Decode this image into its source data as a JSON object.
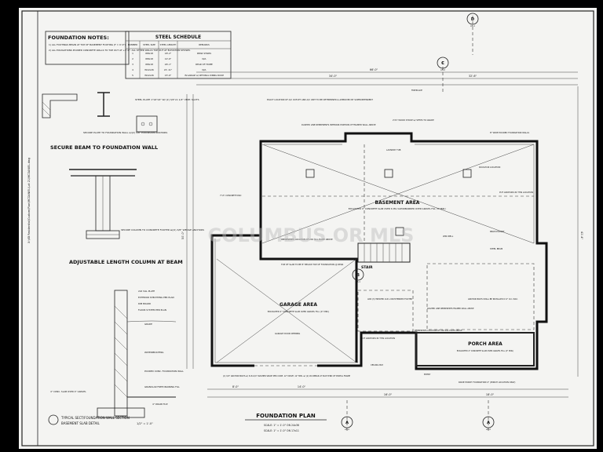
{
  "sidebar_strip": "X:\\KB Residential\\Custom\\Plan\\MCDANIEL\\Lot 21\\MCDANIEL.dwg",
  "foundation_notes": {
    "title": "FOUNDATION NOTES:",
    "items": [
      "1) ALL FOOTINGS BEGIN AT TOP OF BASEMENT FOOTING (F = 0'-0\")",
      "2) ALL EXCAVATIONS POURED CONCRETE WALLS TO TOP OUT AT +9'-0\". ALL OTHER WALLS TOP OUT AT ELEVATION SHOWN."
    ]
  },
  "steel_schedule": {
    "title": "STEEL SCHEDULE",
    "headers": [
      "NUMBER",
      "STEEL SIZE",
      "STEEL LENGTH",
      "REMARKS"
    ],
    "rows": [
      [
        "1",
        "W8x18",
        "18'-2\"",
        "REAR STAIRS"
      ],
      [
        "2",
        "W8x18",
        "12'-6\"",
        "N/A"
      ],
      [
        "3",
        "W8x18",
        "26'-1\"",
        "REAR OF HOME"
      ],
      [
        "4",
        "W12x26",
        "21'-11\"",
        "N/A"
      ],
      [
        "5",
        "W12x26",
        "15'-6\"",
        "IN GARAGE w/ OPTIONAL DINING ROOM"
      ]
    ]
  },
  "details": {
    "secure_beam": "SECURE BEAM TO FOUNDATION WALL",
    "secure_beam_note": "SECURE PLATE TO FOUNDATION WALL w/(2) 3/8\" EXPANSION ANCHORS",
    "steel_plates": "STEEL PLATE 1\"x6\"x6\" W/ (2) 3/4\"x1 1/2\" VERT. SLOTS",
    "adjustable_column": "ADJUSTABLE LENGTH COLUMN AT BEAM",
    "column_note": "SECURE COLUMN TO CONCRETE FOOTER w/(2) 3/8\" WEDGE ANCHORS",
    "wall_section_title": "TYPICAL SECT/FOUNDATION WALL SECTION",
    "wall_section_sub": "BASEMENT SLAB DETAIL",
    "wall_section_scale": "1/2\" = 1'-0\"",
    "wall_notes": [
      "2x6 SILL PLATE",
      "EXTERIOR SHEATHING PER PLAN",
      "RIM BOARD",
      "FLOOR SYSTEM PER PLAN",
      "GRADE",
      "WATERPROOFING",
      "POURED CONC. FOUNDATION WALL",
      "GRANULAR FREE DRAINING FILL",
      "4\" DRAIN TILE",
      "4\" CONC. SLAB OVER 4\" GRAVEL"
    ]
  },
  "plan": {
    "title": "FOUNDATION PLAN",
    "scale1": "SCALE: 1\" = 1'-0\" ON 24x36",
    "scale2": "SCALE: 1\" = 1'-0\" ON 17x11",
    "rooms": {
      "basement": "BASEMENT AREA",
      "basement_sub": "EXCAVATED 4\" CONCRETE SLAB OVER 6 MIL VAPORBARRIER OVER GRAVEL FILL (4\" MIN.)",
      "garage": "GARAGE AREA",
      "garage_sub": "EXCAVATED 4\" CONCRETE SLAB OVER GRAVEL FILL (4\" MIN.)",
      "porch": "PORCH AREA",
      "porch_sub": "EXCAVATED 4\" CONCRETE SLAB OVER GRAVEL FILL (4\" MIN.)",
      "stair": "STAIR"
    },
    "dimensions": {
      "top_total": "66'-0\"",
      "top_left": "34'-0\"",
      "top_right": "32'-6\"",
      "left_total": "50'-0\"",
      "bottom_a": "8'-0\"",
      "bottom_b": "14'-0\"",
      "bottom_c": "16'-0\"",
      "bottom_d": "18'-0\"",
      "right_total": "41'-4\""
    },
    "notes": [
      "EXACT LOCATION OF A/C OUTLET AND A/C UNIT TO BE DETERMINED & APPROVED BY SUPERINTENDENT",
      "DASHED LINE REPRESENTS INTERIOR PORTION OF FRAMED WALL ABOVE",
      "2'X3' WOOD STOOP w/ STEPS TO GRADE",
      "FIREPLACE",
      "LAUNDRY TUB",
      "8\" WIDE POURED FOUNDATION WALLS",
      "ROUGH-IN LOCATION",
      "PUT ANCHORS IN THIS LOCATION",
      "7'x3' CONCRETE PAD",
      "REPRESENTS LOCATION OF 2X6 SILL PLATE ABOVE",
      "TOP OF SLAB TO BE 8\" BELOW TOP OF FOUNDATION @ REAR",
      "GARAGE DOOR OPENING",
      "ANCHOR BOLTS SHALL BE INSTALLED 6'-0\" O.C. MAX.",
      "PUT ANCHORS IN THIS LOCATION",
      "REPRESENTS LOCATION OF 2X6 SILL PLATE ABOVE",
      "RAISE PORCH FOUNDATION 4\" (PORCH LOCATION ONLY)",
      "CEILING BAY",
      "ENTRY",
      "STEEL BEAM",
      "BEAM POCKET",
      "WIN WELL",
      "ADD (3) TREATED 2x4's ON EXTENDED FOOTER",
      "(2) 3/4\" ANCHOR BOLTS w/ 3x3x1/4\" WASHER SPACE PER CODE. 12\" DRIVE, 12\" MIN. w/ (2) #4 REBAR AT EACH END OF PORTAL FRAME",
      "DASHED LINE REPRESENTS FRAMED WALL ABOVE"
    ],
    "section_marks": [
      "A",
      "B",
      "C",
      "D"
    ],
    "section_sheets": [
      "A5.2",
      "A5.1",
      "A5.2",
      "A5.1"
    ]
  },
  "watermark": "COLUMBUS OR MLS"
}
